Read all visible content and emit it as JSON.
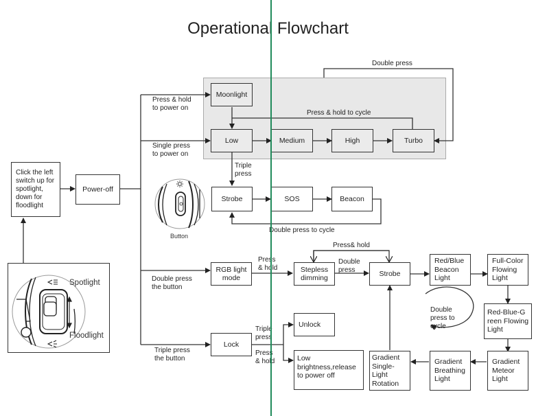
{
  "title": "Operational Flowchart",
  "colors": {
    "line": "#333333",
    "group_bg": "#e8e8e8",
    "vertical_marker": "#1f8a5a"
  },
  "boxes": {
    "switch_instruction": "Click the left switch up for spotlight, down for floodlight",
    "power_off": "Power-off",
    "moonlight": "Moonlight",
    "low": "Low",
    "medium": "Medium",
    "high": "High",
    "turbo": "Turbo",
    "strobe1": "Strobe",
    "sos": "SOS",
    "beacon": "Beacon",
    "rgb_mode": "RGB light mode",
    "stepless": "Stepless dimming",
    "strobe2": "Strobe",
    "red_blue_beacon": "Red/Blue Beacon Light",
    "full_color_flowing": "Full-Color Flowing Light",
    "rgb_flowing": "Red-Blue-G reen Flowing Light",
    "gradient_meteor": "Gradient Meteor Light",
    "gradient_breathing": "Gradient Breathing Light",
    "gradient_rotation": "Gradient Single- Light Rotation",
    "lock": "Lock",
    "unlock": "Unlock",
    "low_release": "Low brightness,release to power off"
  },
  "labels": {
    "press_hold_power_on": [
      "Press & hold",
      "to power on"
    ],
    "single_press_power_on": [
      "Single press",
      "to power on"
    ],
    "double_press_top": "Double press",
    "press_hold_cycle": "Press & hold to cycle",
    "triple_press_strobe": [
      "Triple",
      "press"
    ],
    "double_press_cycle": "Double press to cycle",
    "double_press_button": [
      "Double press",
      "the button"
    ],
    "press_hold_rgb": [
      "Press",
      "& hold"
    ],
    "press_hold_top": "Press& hold",
    "double_press_rgb": [
      "Double",
      "press"
    ],
    "double_press_to_cycle_loop": [
      "Double",
      "press to",
      "cycle"
    ],
    "triple_press_button": [
      "Triple press",
      "the button"
    ],
    "triple_press_unlock": [
      "Triple",
      "press"
    ],
    "press_hold_lock": [
      "Press",
      "& hold"
    ]
  },
  "illustrations": {
    "button_caption": "Button",
    "spotlight": "Spotlight",
    "floodlight": "Floodlight"
  }
}
